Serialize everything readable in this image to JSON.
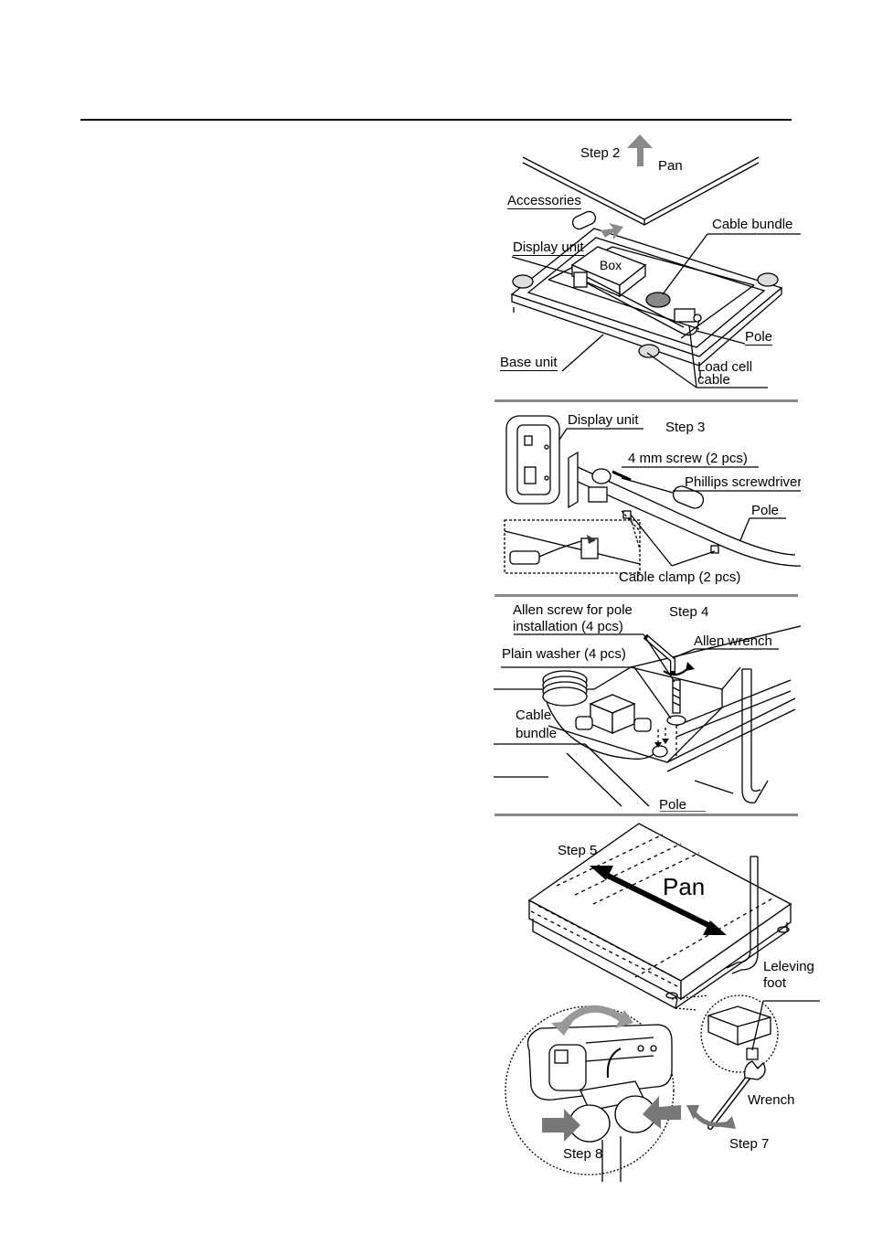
{
  "step2": {
    "step": "Step 2",
    "pan": "Pan",
    "accessories": "Accessories",
    "cable_bundle": "Cable bundle",
    "display_unit": "Display unit",
    "box": "Box",
    "pole": "Pole",
    "base_unit": "Base unit",
    "load_cell_line1": "Load cell",
    "load_cell_line2": "cable"
  },
  "step3": {
    "display_unit": "Display unit",
    "step": "Step 3",
    "screw": "4 mm screw (2 pcs)",
    "screwdriver": "Phillips screwdriver",
    "pole": "Pole",
    "cable_clamp": "Cable clamp (2 pcs)"
  },
  "step4": {
    "allen_screw_line1": "Allen screw for pole",
    "allen_screw_line2": "installation (4 pcs)",
    "step": "Step 4",
    "allen_wrench": "Allen wrench",
    "washer": "Plain washer (4 pcs)",
    "cable_line1": "Cable",
    "cable_line2": "bundle",
    "pole": "Pole"
  },
  "step5": {
    "step": "Step 5",
    "pan": "Pan",
    "leveling_line1": "Leleving",
    "leveling_line2": "foot",
    "wrench": "Wrench",
    "step7": "Step 7",
    "step8": "Step 8"
  }
}
